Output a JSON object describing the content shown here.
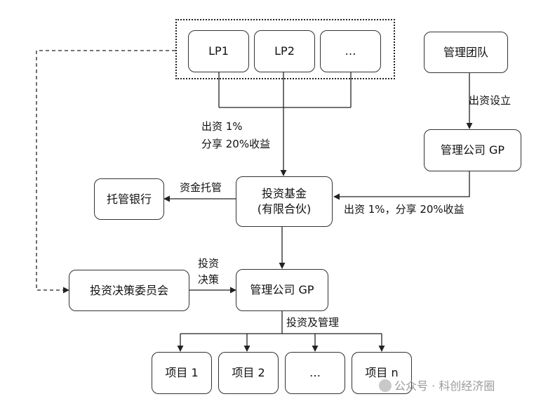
{
  "nodes": {
    "lp1": "LP1",
    "lp2": "LP2",
    "lp_more": "…",
    "mgmt_team": "管理团队",
    "mgmt_gp_top": "管理公司 GP",
    "fund_line1": "投资基金",
    "fund_line2": "(有限合伙)",
    "bank": "托管银行",
    "committee": "投资决策委员会",
    "mgmt_gp_bottom": "管理公司 GP",
    "project1": "项目 1",
    "project2": "项目 2",
    "project_more": "…",
    "project_n": "项目 n"
  },
  "edge_labels": {
    "lp_contrib_line1": "出资 1%",
    "lp_contrib_line2": "分享 20%收益",
    "team_setup": "出资设立",
    "gp_contrib": "出资 1%，分享 20%收益",
    "custody": "资金托管",
    "invest_line1": "投资",
    "invest_line2": "决策",
    "invest_manage": "投资及管理"
  },
  "watermark": "公众号 · 科创经济圈"
}
